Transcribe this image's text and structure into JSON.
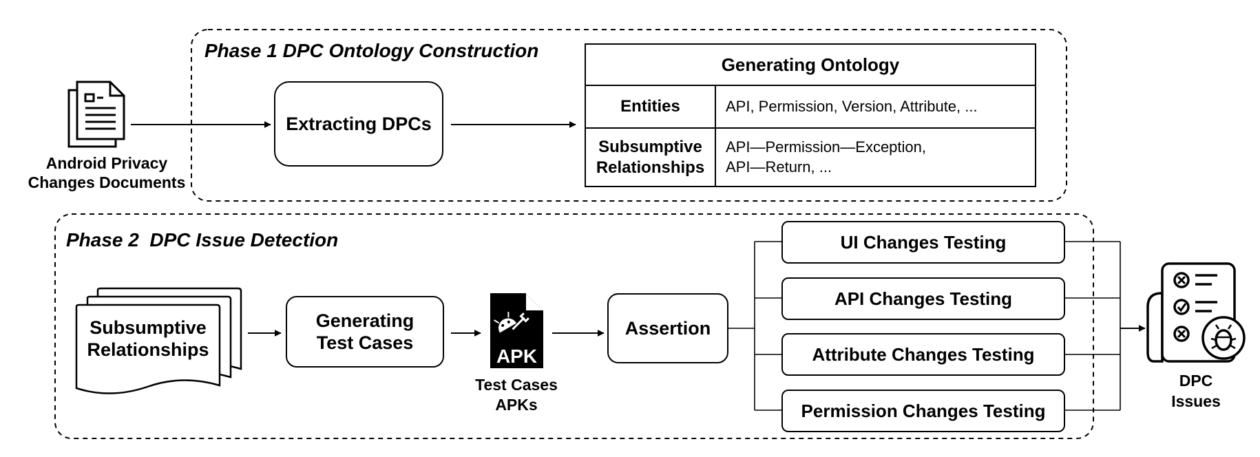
{
  "phase1": {
    "title": "Phase 1 DPC Ontology Construction",
    "input_doc": {
      "icon": "document-icon",
      "label_line1": "Android Privacy",
      "label_line2": "Changes Documents"
    },
    "extracting_box": "Extracting DPCs",
    "ontology_table": {
      "header": "Generating Ontology",
      "rows": [
        {
          "key_lines": [
            "Entities"
          ],
          "value_lines": [
            "API, Permission, Version, Attribute, ..."
          ]
        },
        {
          "key_lines": [
            "Subsumptive",
            "Relationships"
          ],
          "value_lines": [
            "API—Permission—Exception,",
            "API—Return, ..."
          ]
        }
      ]
    }
  },
  "phase2": {
    "title": "Phase 2  DPC Issue Detection",
    "stacked_doc": {
      "line1": "Subsumptive",
      "line2": "Relationships"
    },
    "generating_box": {
      "line1": "Generating",
      "line2": "Test Cases"
    },
    "apk": {
      "icon": "apk-file-icon",
      "badge": "APK",
      "label_line1": "Test Cases",
      "label_line2": "APKs"
    },
    "assertion_box": "Assertion",
    "testing_boxes": [
      "UI Changes Testing",
      "API Changes Testing",
      "Attribute Changes Testing",
      "Permission Changes Testing"
    ]
  },
  "output": {
    "icon": "dpc-issues-report-icon",
    "label_line1": "DPC",
    "label_line2": "Issues"
  }
}
